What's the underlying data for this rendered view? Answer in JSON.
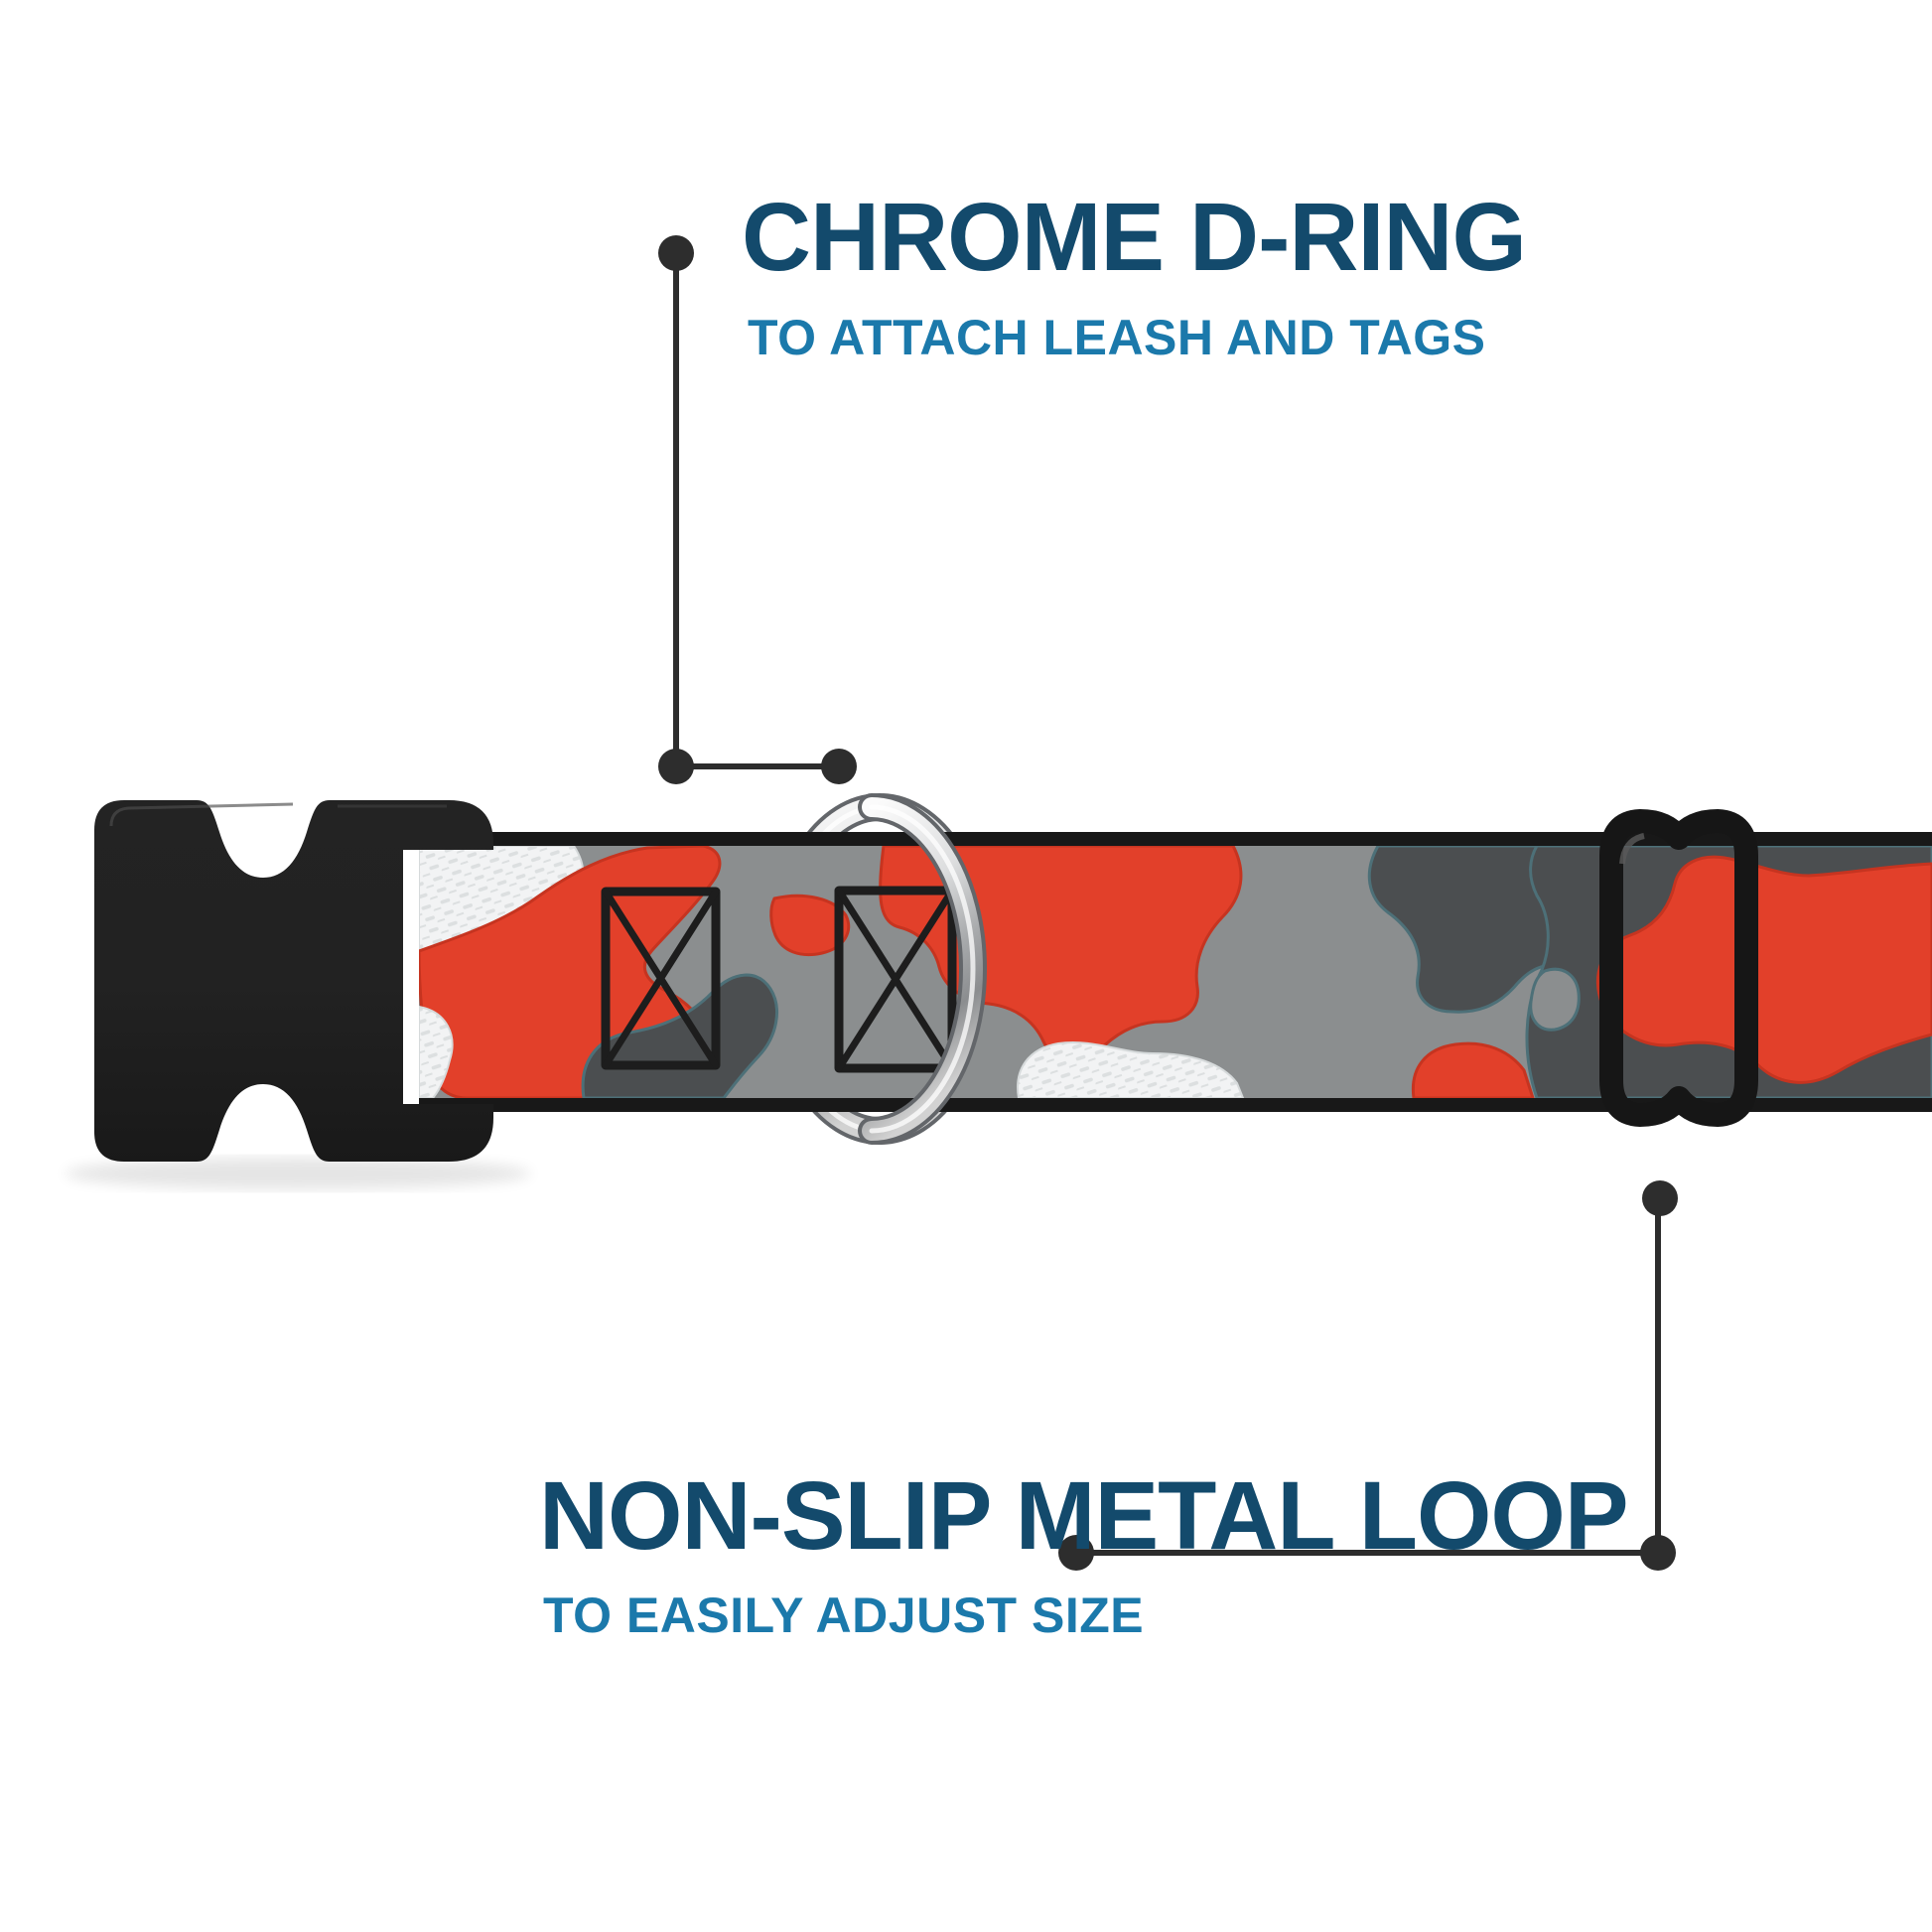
{
  "annotations": {
    "top": {
      "title": "CHROME D-RING",
      "subtitle": "TO ATTACH LEASH AND TAGS"
    },
    "bottom": {
      "title": "NON-SLIP METAL LOOP",
      "subtitle": "TO EASILY ADJUST SIZE"
    }
  },
  "colors": {
    "title": "#134a6c",
    "subtitle": "#1b79ab",
    "callout": "#2d2d2d",
    "camo_red": "#e2402a",
    "camo_red_line": "#c63420",
    "camo_gray": "#8b8e8f",
    "camo_dark": "#4b4e50",
    "camo_dark_line": "#4d7078",
    "camo_white": "#f2f3f4",
    "webbing_edge": "#181818",
    "buckle_black": "#232323",
    "slide_black": "#161616",
    "chrome_light": "#f8f8f8",
    "chrome_mid": "#a8aaac"
  }
}
